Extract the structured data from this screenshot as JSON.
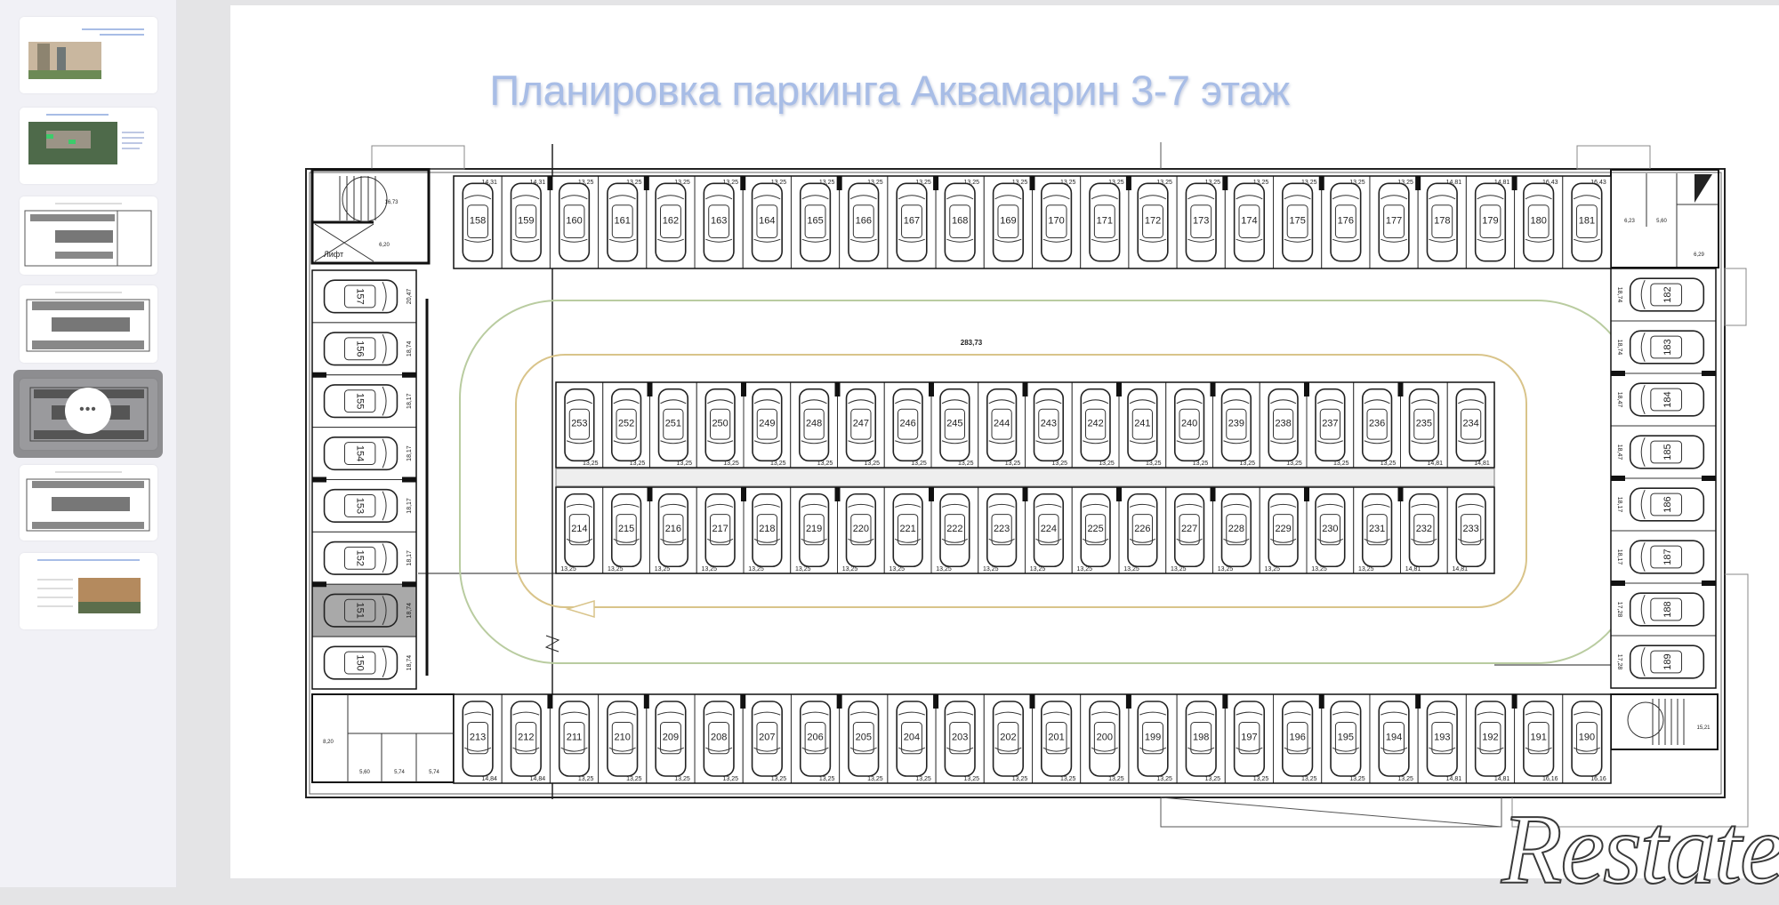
{
  "sidebar": {
    "more_label": "•••",
    "selected_index": 4,
    "thumbnails": [
      {
        "kind": "photo"
      },
      {
        "kind": "aerial"
      },
      {
        "kind": "plan"
      },
      {
        "kind": "plan"
      },
      {
        "kind": "plan"
      },
      {
        "kind": "plan"
      },
      {
        "kind": "table-photo"
      }
    ]
  },
  "slide": {
    "title": "Планировка паркинга Аквамарин 3-7 этаж",
    "center_label": "283,73",
    "logo": "Restate",
    "rooms": {
      "stair_top_left": "16,73",
      "lift_label": "Лифт",
      "hall_top_left": "6,20",
      "top_right": [
        "6,23",
        "5,60",
        "6,29"
      ],
      "bottom_left": [
        "8,20",
        "5,60",
        "5,74",
        "5,74"
      ],
      "stair_bottom_right": "15,21"
    },
    "top_row": [
      {
        "n": "158",
        "d": "14,31"
      },
      {
        "n": "159",
        "d": "14,31"
      },
      {
        "n": "160",
        "d": "13,25"
      },
      {
        "n": "161",
        "d": "13,25"
      },
      {
        "n": "162",
        "d": "13,25"
      },
      {
        "n": "163",
        "d": "13,25"
      },
      {
        "n": "164",
        "d": "13,25"
      },
      {
        "n": "165",
        "d": "13,25"
      },
      {
        "n": "166",
        "d": "13,25"
      },
      {
        "n": "167",
        "d": "13,25"
      },
      {
        "n": "168",
        "d": "13,25"
      },
      {
        "n": "169",
        "d": "13,25"
      },
      {
        "n": "170",
        "d": "13,25"
      },
      {
        "n": "171",
        "d": "13,25"
      },
      {
        "n": "172",
        "d": "13,25"
      },
      {
        "n": "173",
        "d": "13,25"
      },
      {
        "n": "174",
        "d": "13,25"
      },
      {
        "n": "175",
        "d": "13,25"
      },
      {
        "n": "176",
        "d": "13,25"
      },
      {
        "n": "177",
        "d": "13,25"
      },
      {
        "n": "178",
        "d": "14,81"
      },
      {
        "n": "179",
        "d": "14,81"
      },
      {
        "n": "180",
        "d": "16,43"
      },
      {
        "n": "181",
        "d": "16,43"
      }
    ],
    "middle_upper_row": [
      {
        "n": "253",
        "d": "13,25"
      },
      {
        "n": "252",
        "d": "13,25"
      },
      {
        "n": "251",
        "d": "13,25"
      },
      {
        "n": "250",
        "d": "13,25"
      },
      {
        "n": "249",
        "d": "13,25"
      },
      {
        "n": "248",
        "d": "13,25"
      },
      {
        "n": "247",
        "d": "13,25"
      },
      {
        "n": "246",
        "d": "13,25"
      },
      {
        "n": "245",
        "d": "13,25"
      },
      {
        "n": "244",
        "d": "13,25"
      },
      {
        "n": "243",
        "d": "13,25"
      },
      {
        "n": "242",
        "d": "13,25"
      },
      {
        "n": "241",
        "d": "13,25"
      },
      {
        "n": "240",
        "d": "13,25"
      },
      {
        "n": "239",
        "d": "13,25"
      },
      {
        "n": "238",
        "d": "13,25"
      },
      {
        "n": "237",
        "d": "13,25"
      },
      {
        "n": "236",
        "d": "13,25"
      },
      {
        "n": "235",
        "d": "14,81"
      },
      {
        "n": "234",
        "d": "14,81"
      }
    ],
    "middle_lower_row": [
      {
        "n": "214",
        "d": "13,25"
      },
      {
        "n": "215",
        "d": "13,25"
      },
      {
        "n": "216",
        "d": "13,25"
      },
      {
        "n": "217",
        "d": "13,25"
      },
      {
        "n": "218",
        "d": "13,25"
      },
      {
        "n": "219",
        "d": "13,25"
      },
      {
        "n": "220",
        "d": "13,25"
      },
      {
        "n": "221",
        "d": "13,25"
      },
      {
        "n": "222",
        "d": "13,25"
      },
      {
        "n": "223",
        "d": "13,25"
      },
      {
        "n": "224",
        "d": "13,25"
      },
      {
        "n": "225",
        "d": "13,25"
      },
      {
        "n": "226",
        "d": "13,25"
      },
      {
        "n": "227",
        "d": "13,25"
      },
      {
        "n": "228",
        "d": "13,25"
      },
      {
        "n": "229",
        "d": "13,25"
      },
      {
        "n": "230",
        "d": "13,25"
      },
      {
        "n": "231",
        "d": "13,25"
      },
      {
        "n": "232",
        "d": "14,81"
      },
      {
        "n": "233",
        "d": "14,81"
      }
    ],
    "bottom_row": [
      {
        "n": "213",
        "d": "14,84"
      },
      {
        "n": "212",
        "d": "14,84"
      },
      {
        "n": "211",
        "d": "13,25"
      },
      {
        "n": "210",
        "d": "13,25"
      },
      {
        "n": "209",
        "d": "13,25"
      },
      {
        "n": "208",
        "d": "13,25"
      },
      {
        "n": "207",
        "d": "13,25"
      },
      {
        "n": "206",
        "d": "13,25"
      },
      {
        "n": "205",
        "d": "13,25"
      },
      {
        "n": "204",
        "d": "13,25"
      },
      {
        "n": "203",
        "d": "13,25"
      },
      {
        "n": "202",
        "d": "13,25"
      },
      {
        "n": "201",
        "d": "13,25"
      },
      {
        "n": "200",
        "d": "13,25"
      },
      {
        "n": "199",
        "d": "13,25"
      },
      {
        "n": "198",
        "d": "13,25"
      },
      {
        "n": "197",
        "d": "13,25"
      },
      {
        "n": "196",
        "d": "13,25"
      },
      {
        "n": "195",
        "d": "13,25"
      },
      {
        "n": "194",
        "d": "13,25"
      },
      {
        "n": "193",
        "d": "14,81"
      },
      {
        "n": "192",
        "d": "14,81"
      },
      {
        "n": "191",
        "d": "16,16"
      },
      {
        "n": "190",
        "d": "16,16"
      }
    ],
    "left_column": [
      {
        "n": "157",
        "d": "20,47"
      },
      {
        "n": "156",
        "d": "18,74"
      },
      {
        "n": "155",
        "d": "18,17"
      },
      {
        "n": "154",
        "d": "18,17"
      },
      {
        "n": "153",
        "d": "18,17"
      },
      {
        "n": "152",
        "d": "18,17"
      },
      {
        "n": "151",
        "d": "18,74",
        "highlighted": true
      },
      {
        "n": "150",
        "d": "18,74"
      }
    ],
    "right_column": [
      {
        "n": "182",
        "d": "18,74"
      },
      {
        "n": "183",
        "d": "18,74"
      },
      {
        "n": "184",
        "d": "18,47"
      },
      {
        "n": "185",
        "d": "18,47"
      },
      {
        "n": "186",
        "d": "18,17"
      },
      {
        "n": "187",
        "d": "18,17"
      },
      {
        "n": "188",
        "d": "17,28"
      },
      {
        "n": "189",
        "d": "17,28"
      }
    ],
    "colors": {
      "title": "#a8bde6",
      "loop_outer": "#b9cca0",
      "loop_inner": "#d9c48a",
      "highlight": "#a9a9a9",
      "lines": "#222222"
    }
  }
}
